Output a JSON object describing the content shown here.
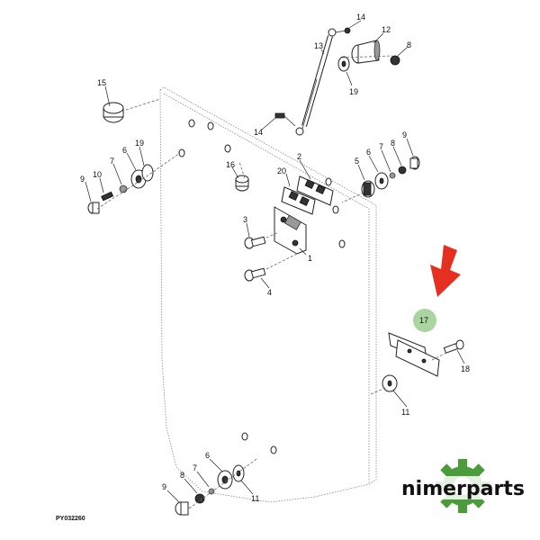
{
  "diagram": {
    "callouts": [
      "1",
      "2",
      "3",
      "4",
      "5",
      "6",
      "7",
      "8",
      "9",
      "10",
      "11",
      "12",
      "13",
      "14",
      "15",
      "16",
      "17",
      "18",
      "19",
      "20"
    ],
    "drawing_code": "PY032260"
  },
  "brand": {
    "name": "nimerparts",
    "accent_color": "#4a9c3a",
    "highlight_color": "#a8d5a0",
    "arrow_color": "#e53021"
  },
  "icons": {
    "arrow": "red-down-left-arrow-icon",
    "logo": "green-gear-icon"
  }
}
